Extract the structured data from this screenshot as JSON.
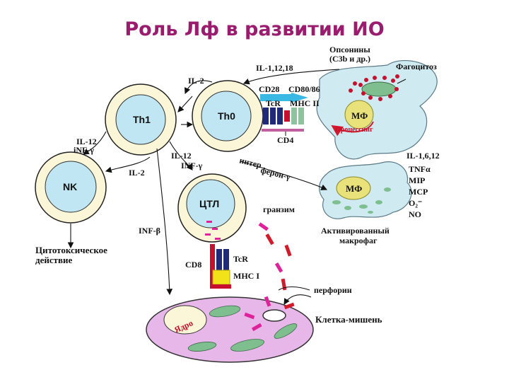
{
  "title": "Роль Лф в развитии ИО",
  "colors": {
    "title": "#9b1c6e",
    "lymphocyte_ring": "#fbf6d8",
    "lymphocyte_core": "#bfe6f2",
    "macrophage": "#cfeaf0",
    "target_cell": "#e8b7ea",
    "organelle": "#7fbf8f",
    "granzyme": "#e0229a",
    "perforin": "#d21a2a",
    "receptor_navy": "#1f2a78",
    "mhc_yellow": "#f1e21a",
    "cd28_cyan": "#39b8e4"
  },
  "cells": {
    "th1": "Th1",
    "th0": "Th0",
    "nk": "NK",
    "ctl": "ЦТЛ",
    "mf_top": "МФ",
    "mf_activated": "МФ"
  },
  "labels": {
    "opsonins_line1": "Опсонины",
    "opsonins_line2": "(С3b и др.)",
    "phagocytosis": "Фагоцитоз",
    "il_1_12_18": "IL-1,12,18",
    "il_2_top": "IL-2",
    "cd28": "CD28",
    "cd80_86": "CD80/86",
    "tcr_top": "TcR",
    "mhc_ii": "MHC II",
    "processing": "Процессинг",
    "cd4": "CD4",
    "il12_ifn_left_line1": "IL-12",
    "il12_ifn_left_line2": "iNF-γ",
    "il12_ifn_mid_line1": "IL-12",
    "il12_ifn_mid_line2": "INF-γ",
    "il_2_mid": "IL-2",
    "interferon_line1": "интер",
    "interferon_line2": "ферон-γ",
    "cytokines_activated": [
      "IL-1,6,12",
      "TNFα",
      "MIP",
      "MCP",
      "O₂⁻",
      "NO"
    ],
    "activated_line1": "Активированный",
    "activated_line2": "макрофаг",
    "inf_beta": "INF-β",
    "granzyme": "гранзим",
    "cytotoxic_line1": "Цитотоксическое",
    "cytotoxic_line2": "действие",
    "cd8": "CD8",
    "tcr_bottom": "TcR",
    "mhc_i": "MHC I",
    "perforin": "перфорин",
    "target_cell": "Клетка-мишень",
    "nucleus": "Ядро"
  }
}
